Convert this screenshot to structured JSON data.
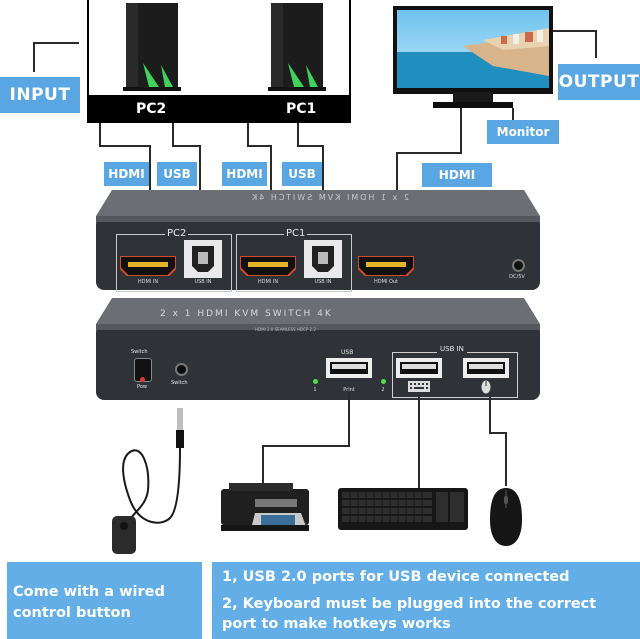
{
  "labels": {
    "input": "INPUT",
    "output": "OUTPUT",
    "pc2": "PC2",
    "pc1": "PC1",
    "monitor": "Monitor",
    "hdmi_1": "HDMI",
    "usb_1": "USB",
    "hdmi_2": "HDMI",
    "usb_2": "USB",
    "hdmi_out": "HDMI"
  },
  "back_panel": {
    "top_print": "2 x 1 HDMI KVM SWITCH 4K",
    "pc2_title": "PC2",
    "pc1_title": "PC1",
    "pc2_hdmi": "HDMI IN",
    "pc2_usb": "USB IN",
    "pc1_hdmi": "HDMI IN",
    "pc1_usb": "USB IN",
    "hdmi_out": "HDMI Out",
    "dc": "DC/5V"
  },
  "front_panel": {
    "top_print": "2 x 1 HDMI KVM SWITCH 4K",
    "sub_print": "HDMI 2.0 SEAMLESS HDCP 2.2",
    "switch_label": "Switch",
    "pow_label": "Pow",
    "switch2_label": "Switch",
    "usb_label": "USB",
    "print_label": "Print",
    "led1": "1",
    "led2": "2",
    "usbin_label": "USB IN"
  },
  "notes": {
    "left_line1": "Come with a wired",
    "left_line2": "control button",
    "right_line1": "1, USB 2.0 ports for USB device connected",
    "right_line2": "2, Keyboard must be plugged into the correct",
    "right_line3": "port to make hotkeys works"
  },
  "colors": {
    "tag_blue": "#5aa6e3",
    "note_blue": "#63aee6",
    "device_gray": "#3a3d42",
    "pc_green": "#3fd35a"
  }
}
